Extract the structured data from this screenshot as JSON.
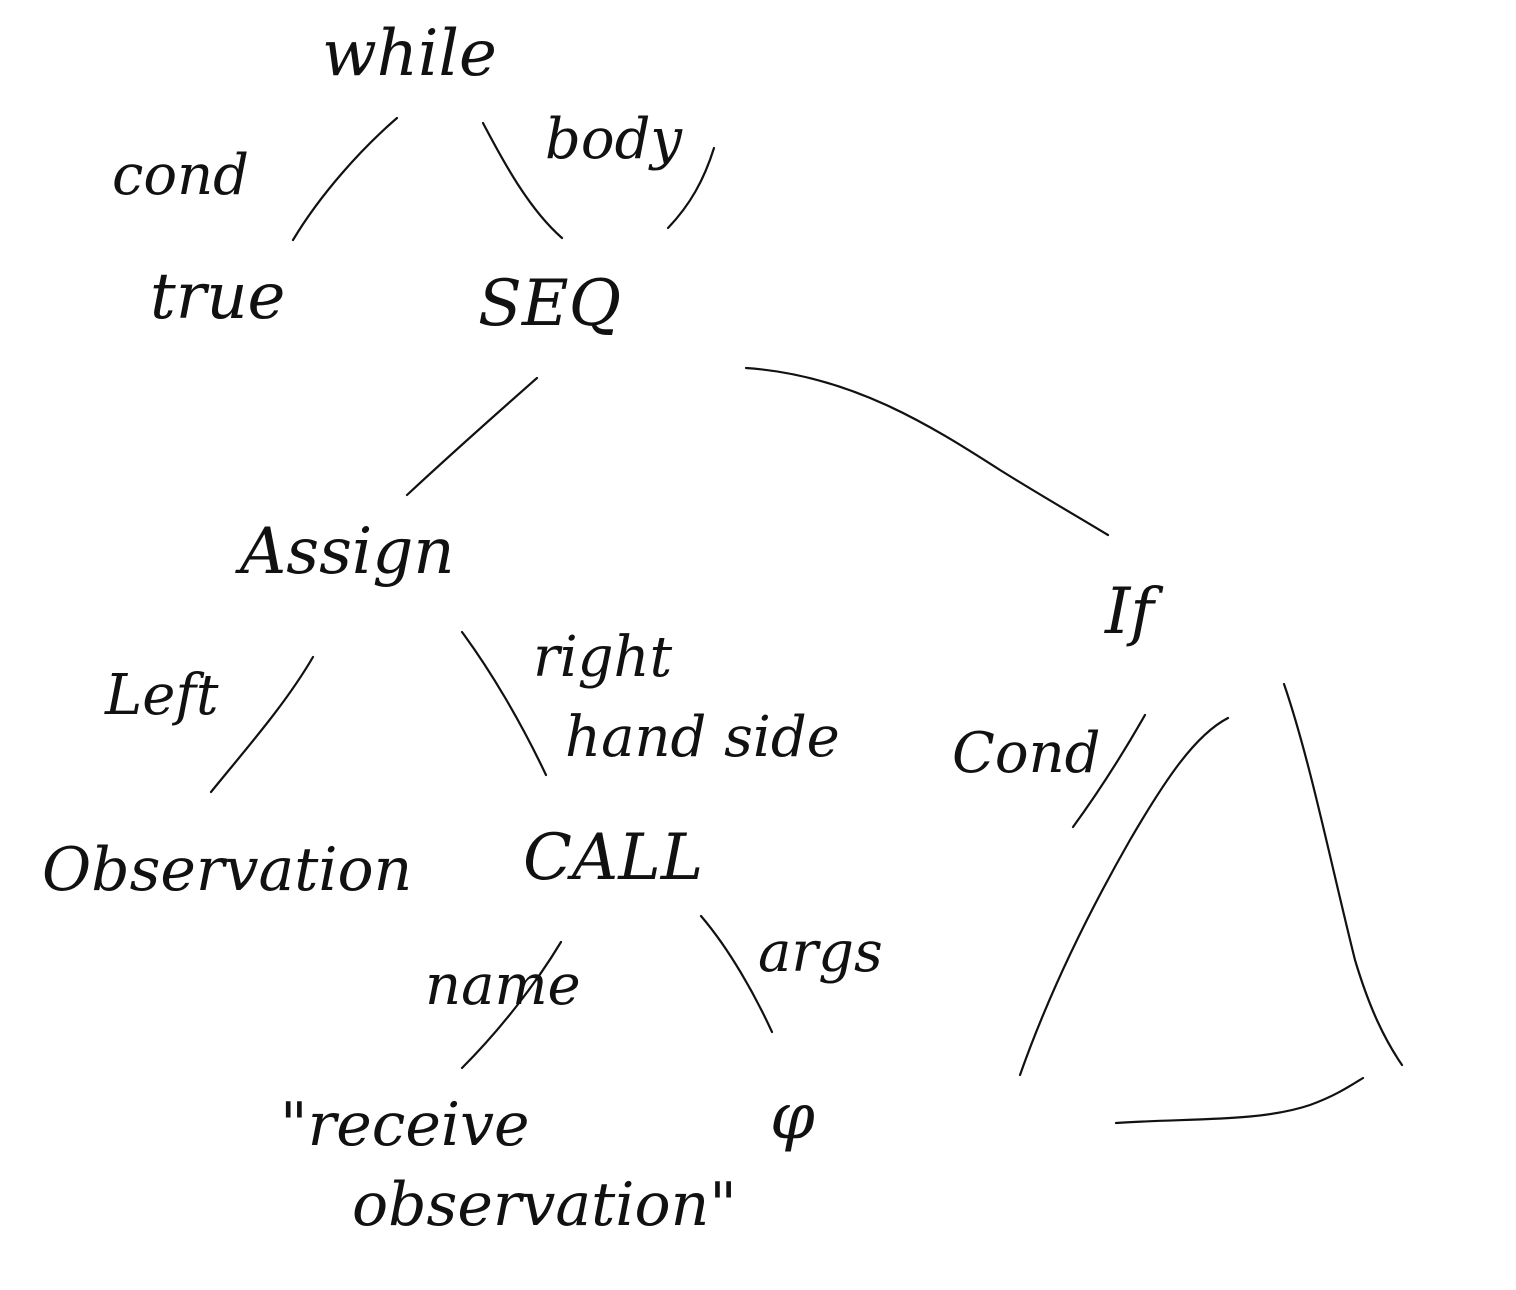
{
  "diagram": {
    "kind": "handwritten abstract syntax tree",
    "nodes": {
      "while": "while",
      "true": "true",
      "seq": "SEQ",
      "assign": "Assign",
      "if": "If",
      "observation": "Observation",
      "call": "CALL",
      "name_value_line1": "\"receive",
      "name_value_line2": "observation\"",
      "args_value": "φ"
    },
    "edges": {
      "while_cond": "cond",
      "while_body": "body",
      "assign_left": "Left",
      "assign_right_line1": "right",
      "assign_right_line2": "hand side",
      "if_cond": "Cond",
      "call_name": "name",
      "call_args": "args"
    },
    "colors": {
      "ink": "#111111",
      "background": "#ffffff"
    }
  }
}
